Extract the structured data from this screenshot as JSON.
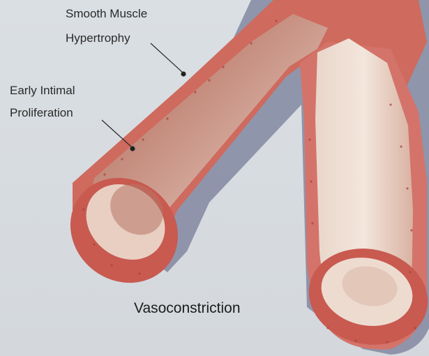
{
  "labels": {
    "smooth_muscle_line1": "Smooth Muscle",
    "smooth_muscle_line2": "Hypertrophy",
    "intimal_line1": "Early Intimal",
    "intimal_line2": "Proliferation"
  },
  "caption": "Vasoconstriction",
  "colors": {
    "background": "#d9dde1",
    "adventitia": "#8a8fa6",
    "media": "#cf6a5e",
    "media_light": "#e08a7a",
    "intima": "#ead2c4",
    "lumen_dark": "#9e5a4a",
    "lumen_light": "#e7d3c6",
    "leader_line": "#2a2a2a"
  }
}
